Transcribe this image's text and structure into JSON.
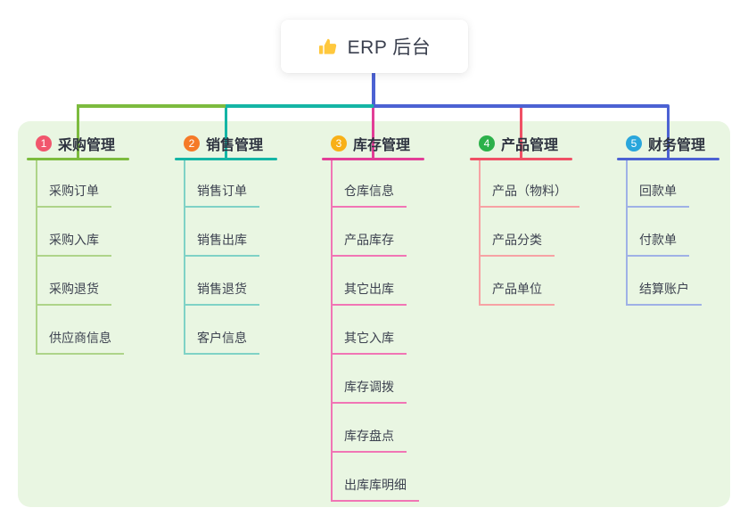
{
  "app": {
    "background": "#ffffff",
    "panel_background": "#E9F6E2"
  },
  "root": {
    "title": "ERP 后台",
    "icon": "thumbs-up",
    "icon_color": "#FFC83D",
    "connector_color": "#4C62D3"
  },
  "branches": [
    {
      "badge": "1",
      "label": "采购管理",
      "badge_color": "#F1566D",
      "line_color": "#7CBB3E",
      "child_line_color": "#AED489",
      "children": [
        "采购订单",
        "采购入库",
        "采购退货",
        "供应商信息"
      ]
    },
    {
      "badge": "2",
      "label": "销售管理",
      "badge_color": "#F57A28",
      "line_color": "#14B5A5",
      "child_line_color": "#7FD2C6",
      "children": [
        "销售订单",
        "销售出库",
        "销售退货",
        "客户信息"
      ]
    },
    {
      "badge": "3",
      "label": "库存管理",
      "badge_color": "#F8B017",
      "line_color": "#E23E97",
      "child_line_color": "#F175B5",
      "children": [
        "仓库信息",
        "产品库存",
        "其它出库",
        "其它入库",
        "库存调拨",
        "库存盘点",
        "出库库明细"
      ]
    },
    {
      "badge": "4",
      "label": "产品管理",
      "badge_color": "#2CB14A",
      "line_color": "#F05065",
      "child_line_color": "#F7A2A4",
      "children": [
        "产品（物料）",
        "产品分类",
        "产品单位"
      ]
    },
    {
      "badge": "5",
      "label": "财务管理",
      "badge_color": "#29A6DC",
      "line_color": "#4C62D3",
      "child_line_color": "#9FB1E6",
      "children": [
        "回款单",
        "付款单",
        "结算账户"
      ]
    }
  ]
}
